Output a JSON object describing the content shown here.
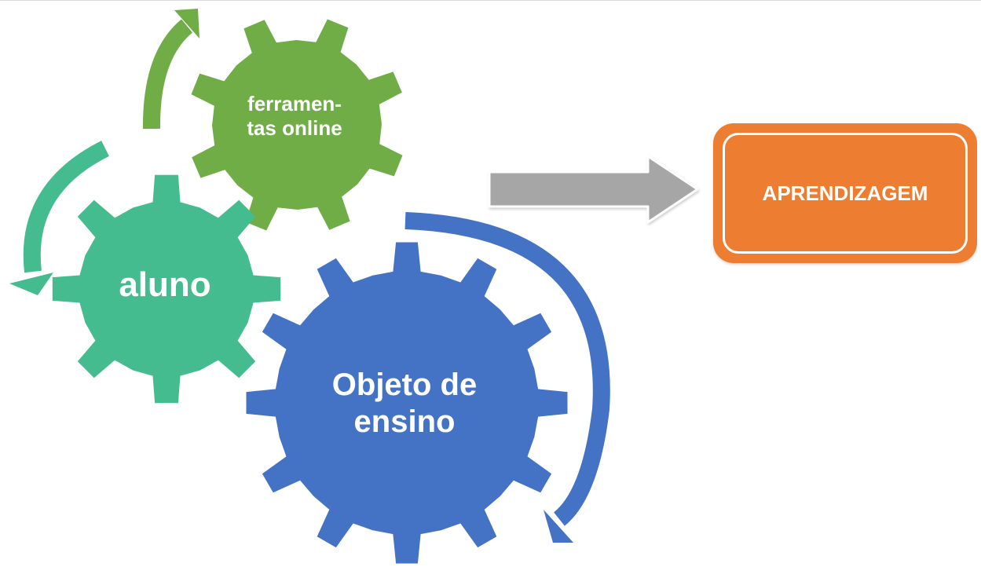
{
  "gears": {
    "tools_label": "ferramen-\ntas online",
    "student_label": "aluno",
    "object_label": "Objeto de\nensino"
  },
  "outcome": {
    "label": "APRENDIZAGEM"
  },
  "colors": {
    "tools": "#70AD47",
    "student": "#45BC8F",
    "object": "#4472C4",
    "outcome": "#ED7D31",
    "process_arrow": "#A6A6A6"
  }
}
